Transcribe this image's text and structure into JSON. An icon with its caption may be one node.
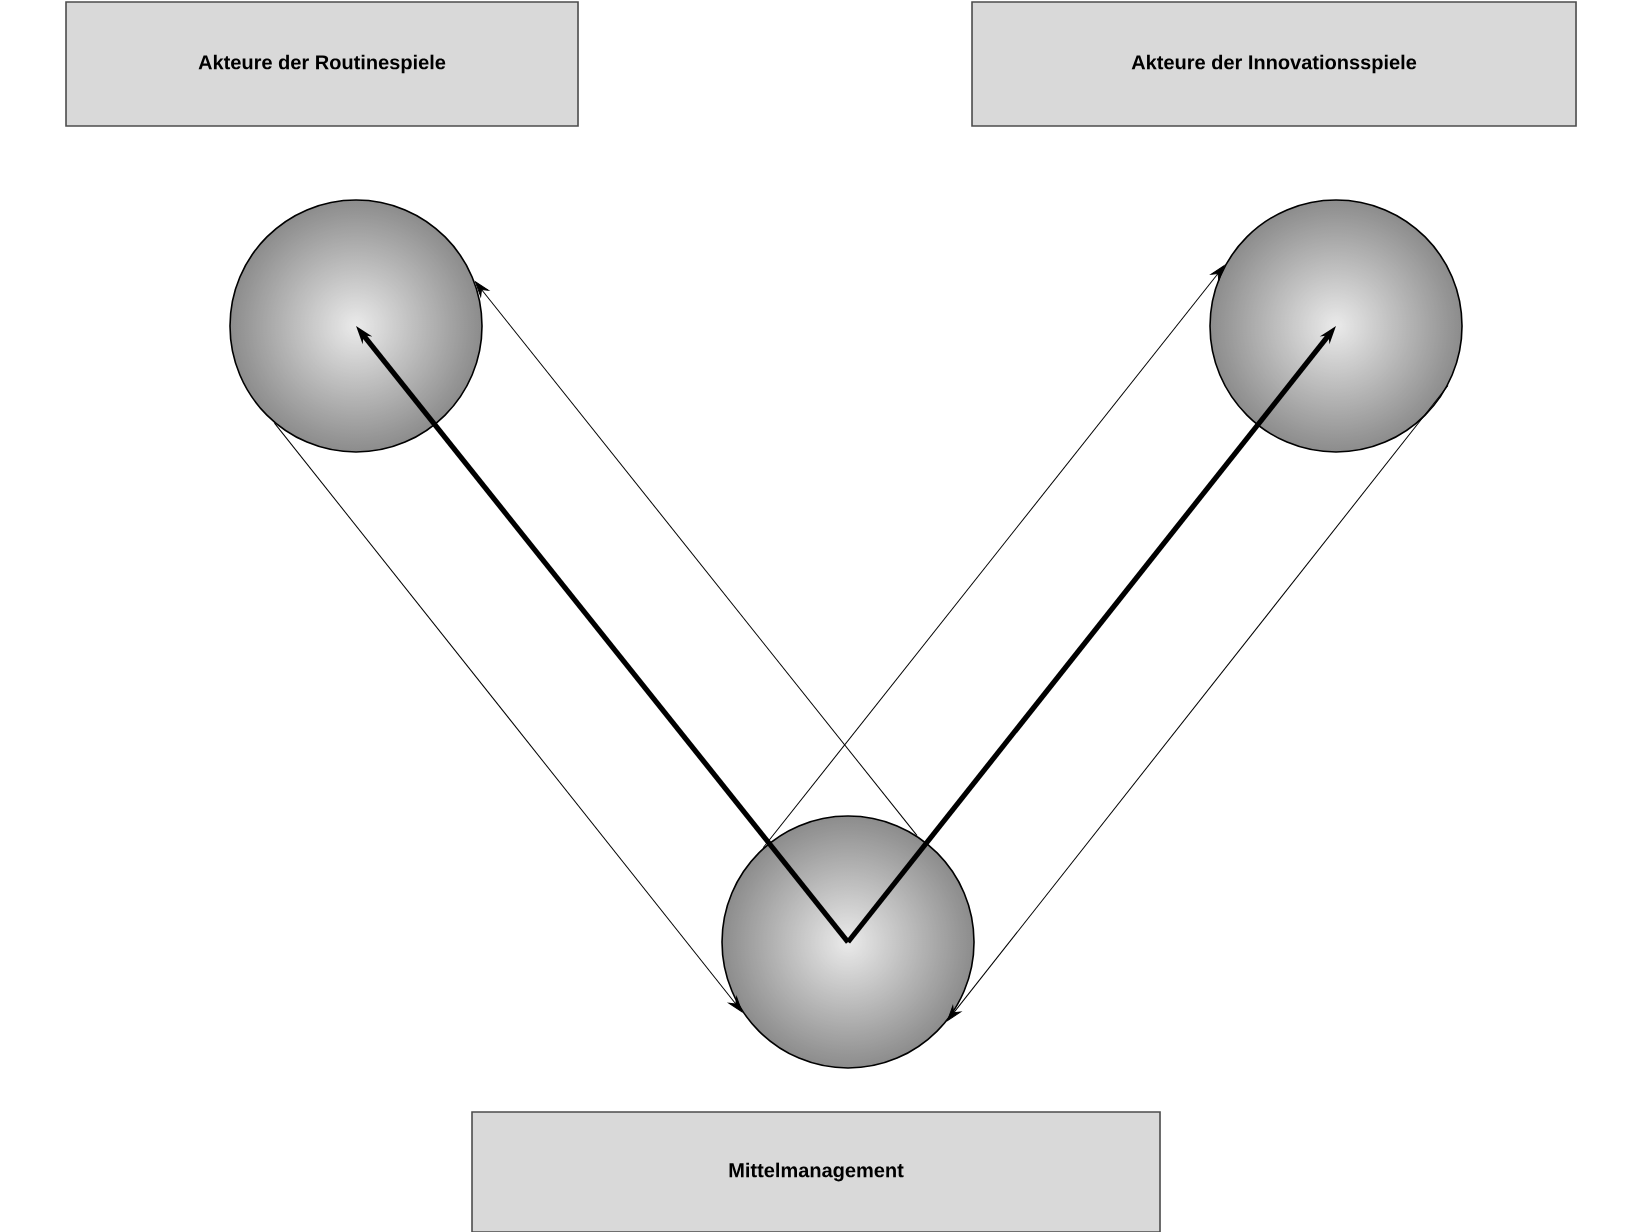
{
  "diagram": {
    "nodes": [
      {
        "text": [
          "Akteure der Routinespiele"
        ]
      },
      {
        "text": [
          "Akteure der Innovationsspiele"
        ]
      },
      {
        "text": [],
        "shape": "circle"
      },
      {
        "text": [],
        "shape": "circle"
      },
      {
        "text": [],
        "shape": "circle"
      },
      {
        "text": [
          "Mittelmanagement"
        ]
      }
    ],
    "edges": [
      {
        "from": 4,
        "to": 2,
        "arrow": "to",
        "style": "thick"
      },
      {
        "from": 4,
        "to": 3,
        "arrow": "to",
        "style": "thick"
      },
      {
        "from": 4,
        "to": 2,
        "arrow": "to"
      },
      {
        "from": 2,
        "to": 4,
        "arrow": "to"
      },
      {
        "from": 4,
        "to": 3,
        "arrow": "to"
      },
      {
        "from": 3,
        "to": 4,
        "arrow": "to"
      }
    ]
  }
}
